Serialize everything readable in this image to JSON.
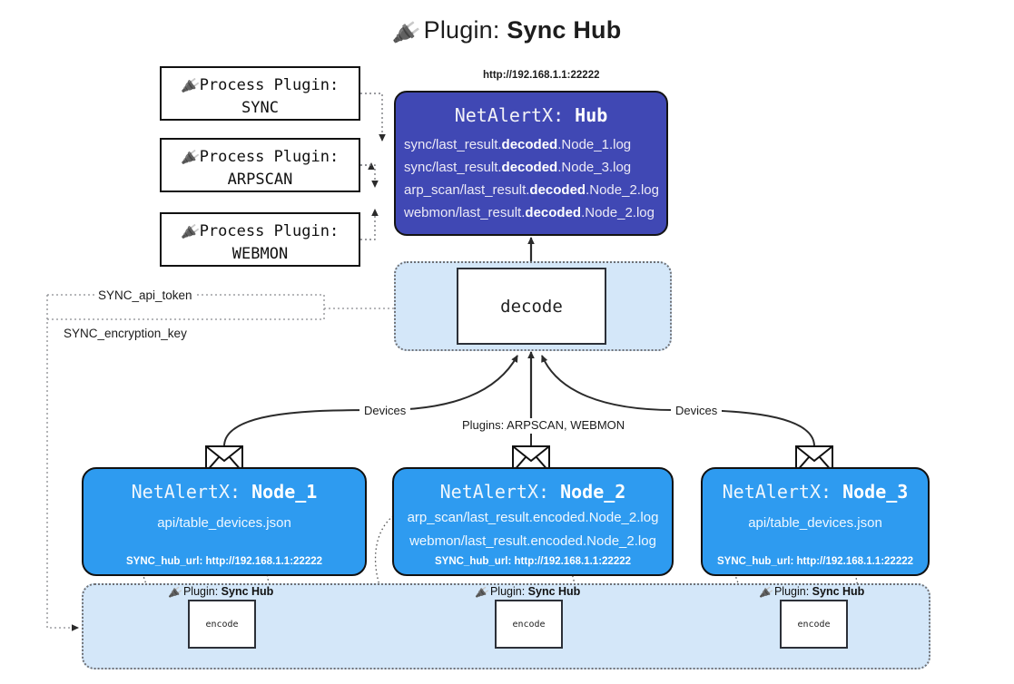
{
  "header": {
    "icon": "plug-icon",
    "prefix": "Plugin: ",
    "name": "Sync Hub"
  },
  "process_plugins": {
    "icon": "plug-icon",
    "caption": "Process Plugin:",
    "items": [
      {
        "name": "SYNC"
      },
      {
        "name": "ARPSCAN"
      },
      {
        "name": "WEBMON"
      }
    ]
  },
  "hub": {
    "url": "http://192.168.1.1:22222",
    "title_prefix": "NetAlertX: ",
    "title_name": "Hub",
    "logs": [
      {
        "pre": "sync/last_result.",
        "em": "decoded",
        "post": ".Node_1.log"
      },
      {
        "pre": "sync/last_result.",
        "em": "decoded",
        "post": ".Node_3.log"
      },
      {
        "pre": "arp_scan/last_result.",
        "em": "decoded",
        "post": ".Node_2.log"
      },
      {
        "pre": "webmon/last_result.",
        "em": "decoded",
        "post": ".Node_2.log"
      }
    ]
  },
  "decode": {
    "label": "decode"
  },
  "keys": [
    {
      "label": "SYNC_api_token"
    },
    {
      "label": "SYNC_encryption_key"
    }
  ],
  "edge_labels": {
    "left_devices": "Devices",
    "center_plugins": "Plugins: ARPSCAN, WEBMON",
    "right_devices": "Devices"
  },
  "nodes": [
    {
      "title_prefix": "NetAlertX: ",
      "title_name": "Node_1",
      "icon": "envelope-icon",
      "lines": [
        "api/table_devices.json"
      ],
      "hub_url": "SYNC_hub_url: http://192.168.1.1:22222"
    },
    {
      "title_prefix": "NetAlertX: ",
      "title_name": "Node_2",
      "icon": "envelope-icon",
      "lines": [
        "arp_scan/last_result.encoded.Node_2.log",
        "webmon/last_result.encoded.Node_2.log"
      ],
      "hub_url": "SYNC_hub_url: http://192.168.1.1:22222"
    },
    {
      "title_prefix": "NetAlertX: ",
      "title_name": "Node_3",
      "icon": "envelope-icon",
      "lines": [
        "api/table_devices.json"
      ],
      "hub_url": "SYNC_hub_url: http://192.168.1.1:22222"
    }
  ],
  "encoders": [
    {
      "plugin_prefix": "Plugin: ",
      "plugin_name": "Sync Hub",
      "label": "encode",
      "icon": "plug-icon"
    },
    {
      "plugin_prefix": "Plugin: ",
      "plugin_name": "Sync Hub",
      "label": "encode",
      "icon": "plug-icon"
    },
    {
      "plugin_prefix": "Plugin: ",
      "plugin_name": "Sync Hub",
      "label": "encode",
      "icon": "plug-icon"
    }
  ],
  "colors": {
    "hub_fill": "#4048b4",
    "node_fill": "#2e9bf0",
    "shell_fill": "#d4e7f9",
    "stroke": "#111111",
    "page_bg": "#ffffff"
  }
}
